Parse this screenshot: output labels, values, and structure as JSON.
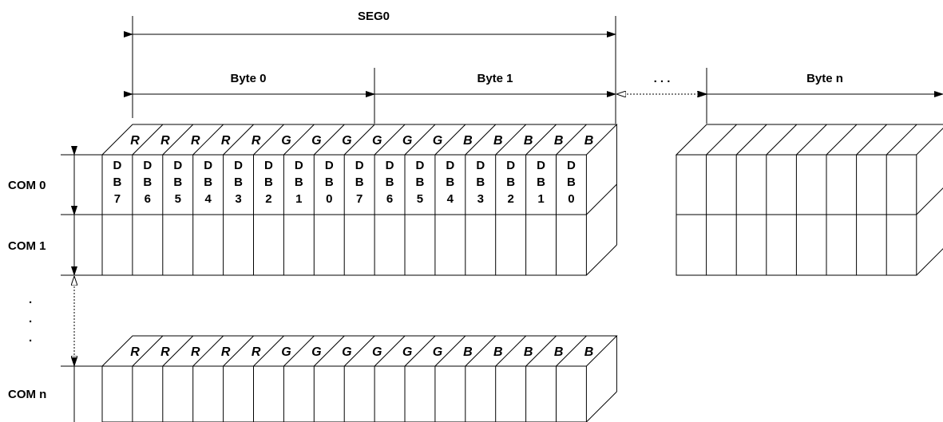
{
  "seg_label": "SEG0",
  "byte_labels": [
    "Byte 0",
    "Byte 1",
    "Byte n"
  ],
  "ellipsis": ". . .",
  "com_labels": [
    "COM 0",
    "COM 1",
    "COM n"
  ],
  "vertical_dots": [
    "·",
    "·",
    "·"
  ],
  "top_letters": [
    "R",
    "R",
    "R",
    "R",
    "R",
    "G",
    "G",
    "G",
    "G",
    "G",
    "G",
    "B",
    "B",
    "B",
    "B",
    "B"
  ],
  "bits": [
    [
      "D",
      "B",
      "7"
    ],
    [
      "D",
      "B",
      "6"
    ],
    [
      "D",
      "B",
      "5"
    ],
    [
      "D",
      "B",
      "4"
    ],
    [
      "D",
      "B",
      "3"
    ],
    [
      "D",
      "B",
      "2"
    ],
    [
      "D",
      "B",
      "1"
    ],
    [
      "D",
      "B",
      "0"
    ],
    [
      "D",
      "B",
      "7"
    ],
    [
      "D",
      "B",
      "6"
    ],
    [
      "D",
      "B",
      "5"
    ],
    [
      "D",
      "B",
      "4"
    ],
    [
      "D",
      "B",
      "3"
    ],
    [
      "D",
      "B",
      "2"
    ],
    [
      "D",
      "B",
      "1"
    ],
    [
      "D",
      "B",
      "0"
    ]
  ]
}
